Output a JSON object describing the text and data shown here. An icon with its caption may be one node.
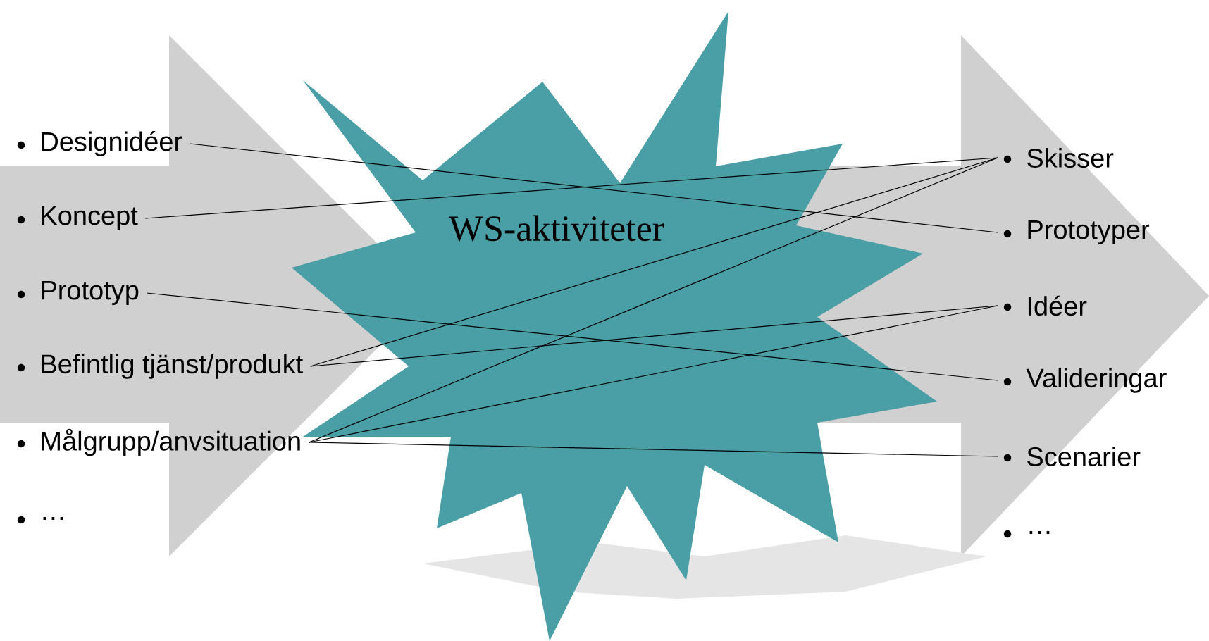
{
  "diagram": {
    "nodes": [
      {
        "text": [
          "Designidéer"
        ]
      },
      {
        "text": [
          "Koncept"
        ]
      },
      {
        "text": [
          "Prototyp"
        ]
      },
      {
        "text": [
          "Befintlig tjänst/produkt"
        ]
      },
      {
        "text": [
          "Målgrupp/anvsituation"
        ]
      },
      {
        "text": [
          "WS-aktiviteter"
        ]
      },
      {
        "text": [
          "Skisser"
        ]
      },
      {
        "text": [
          "Prototyper"
        ]
      },
      {
        "text": [
          "Idéer"
        ]
      },
      {
        "text": [
          "Valideringar"
        ]
      },
      {
        "text": [
          "Scenarier"
        ]
      }
    ],
    "edges": [
      {
        "from": 0,
        "to": 7,
        "arrow": "none"
      },
      {
        "from": 1,
        "to": 6,
        "arrow": "none"
      },
      {
        "from": 2,
        "to": 9,
        "arrow": "none"
      },
      {
        "from": 3,
        "to": 6,
        "arrow": "none"
      },
      {
        "from": 3,
        "to": 8,
        "arrow": "none"
      },
      {
        "from": 4,
        "to": 6,
        "arrow": "none"
      },
      {
        "from": 4,
        "to": 8,
        "arrow": "none"
      },
      {
        "from": 4,
        "to": 10,
        "arrow": "none"
      },
      {
        "from": null,
        "to": 5,
        "arrow": "to"
      },
      {
        "from": 5,
        "to": null,
        "arrow": "to"
      }
    ],
    "labels": [
      "…",
      "…"
    ]
  }
}
